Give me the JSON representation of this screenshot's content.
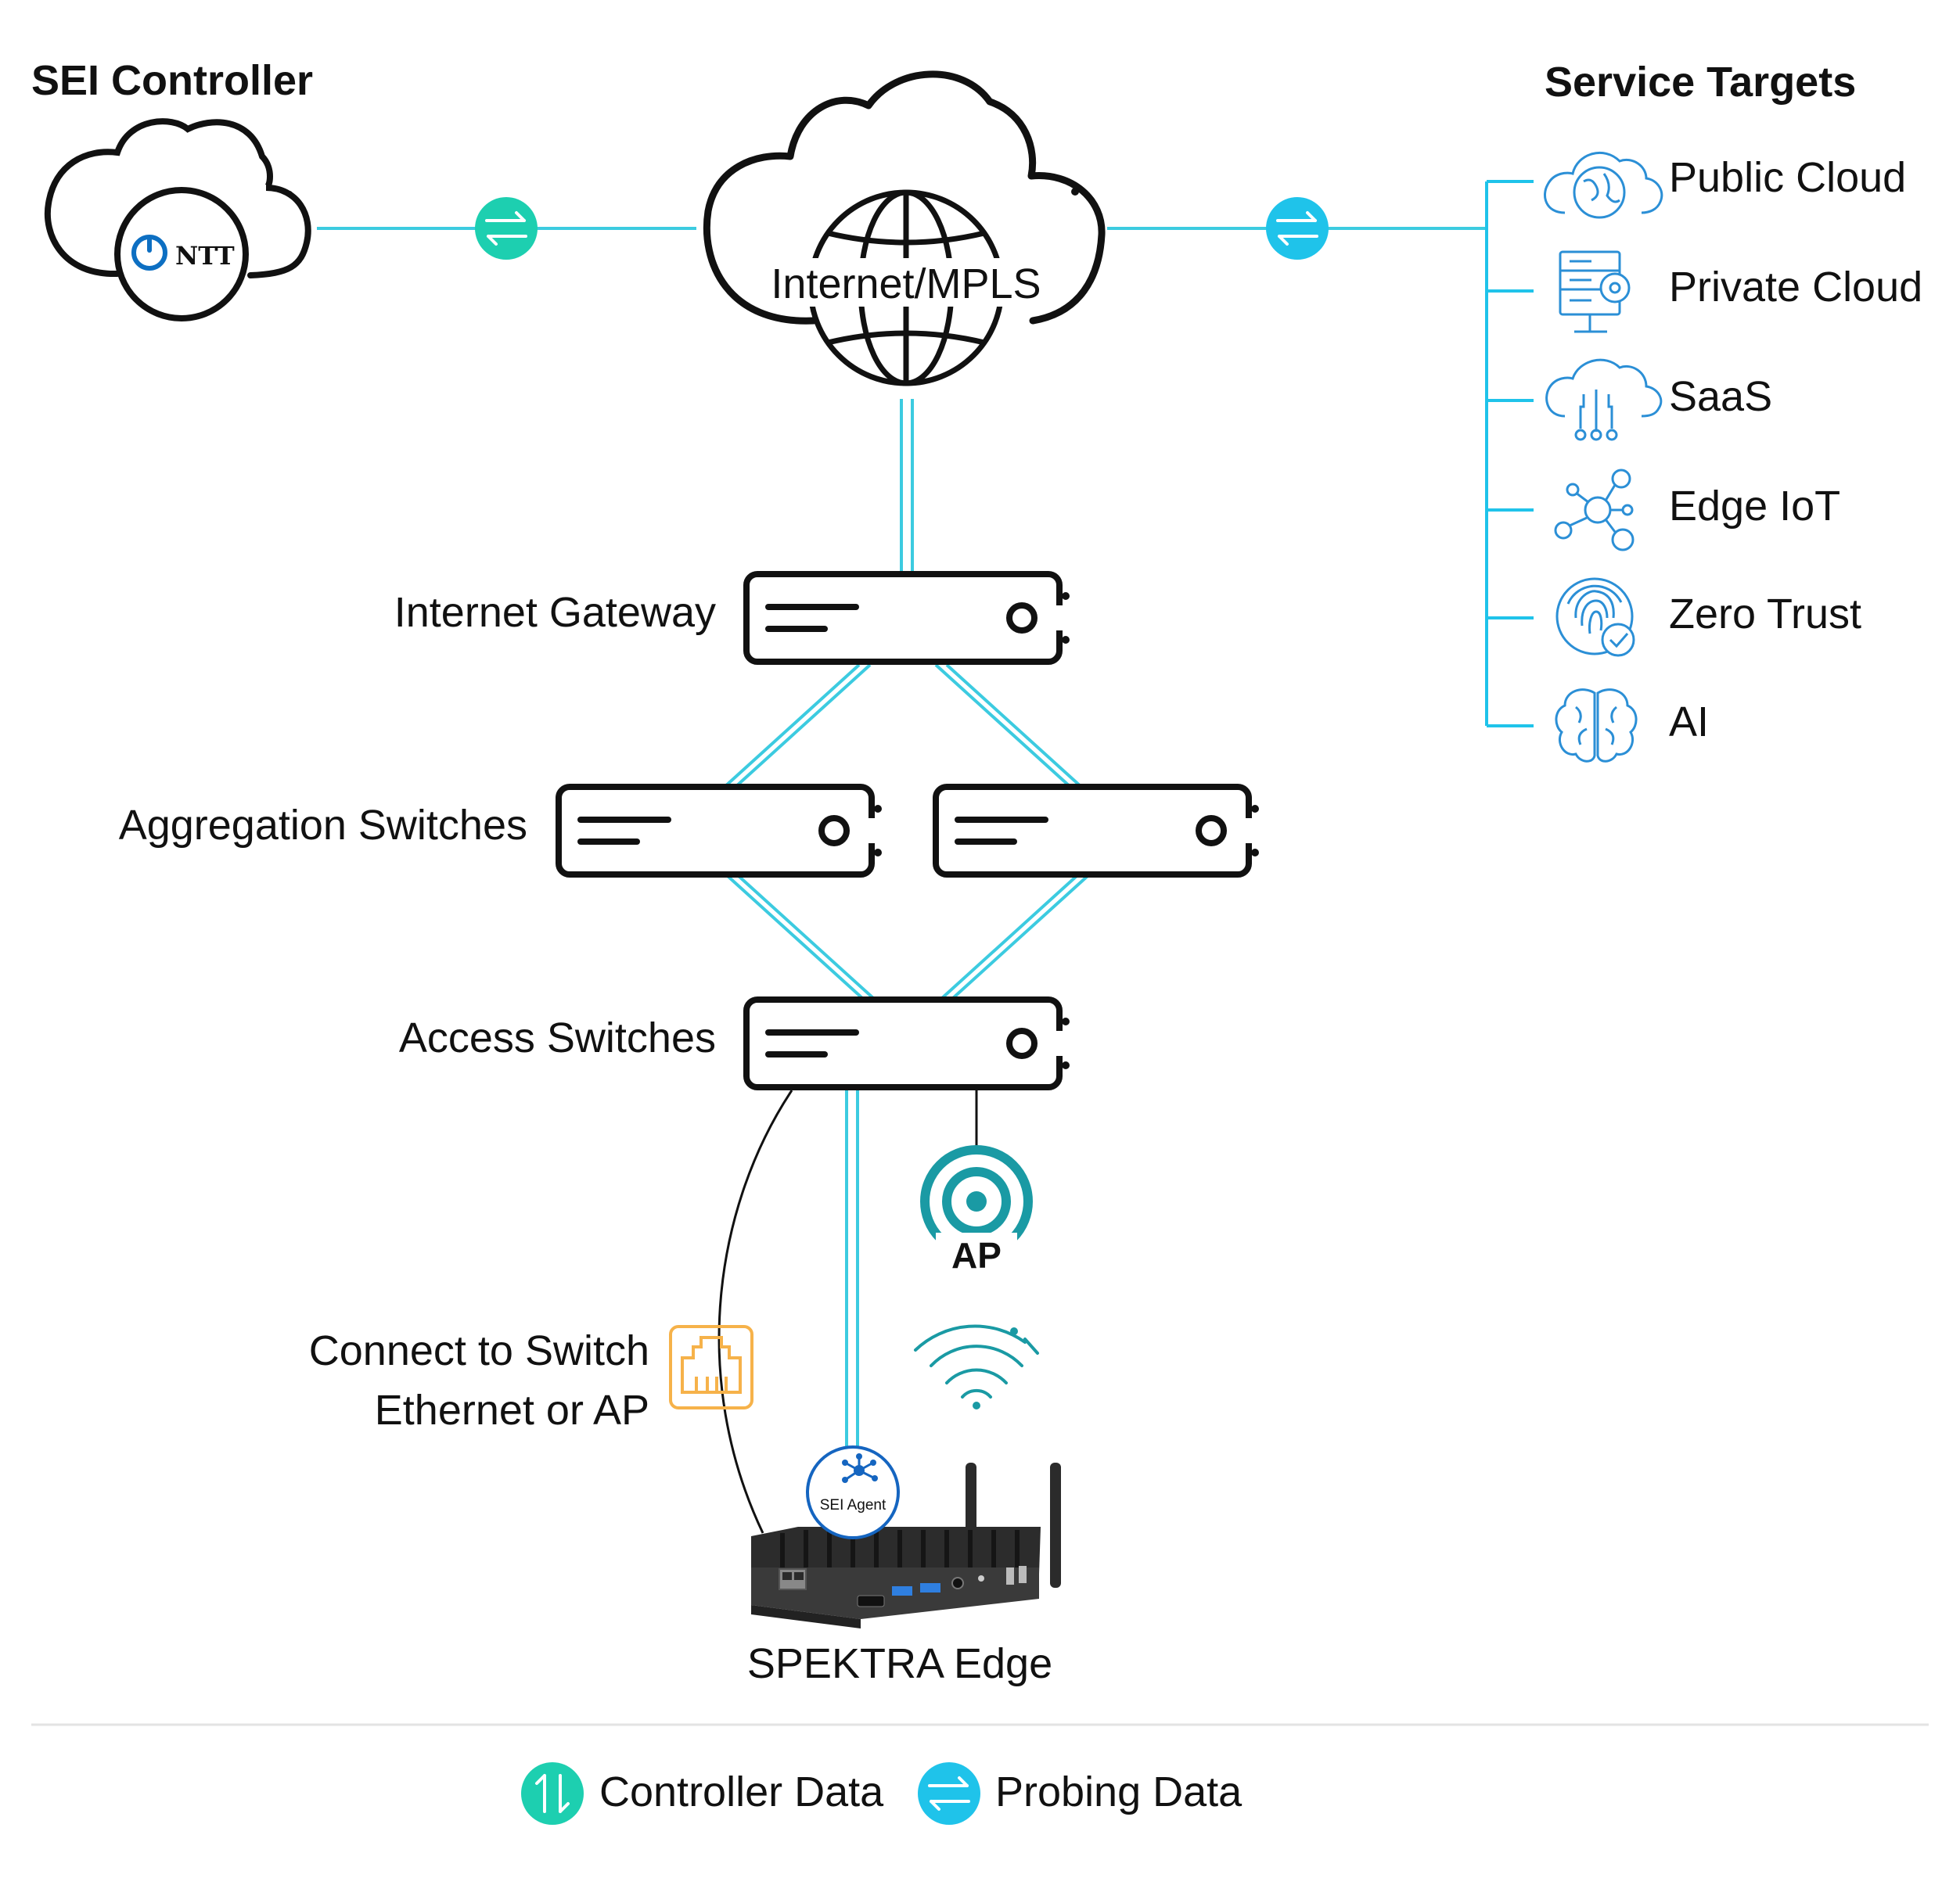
{
  "controller": {
    "title": "SEI Controller",
    "logo_text": "NTT",
    "logo_icon": "ntt-logo"
  },
  "internet": {
    "label": "Internet/MPLS",
    "icon": "globe-icon"
  },
  "targets": {
    "title": "Service Targets",
    "items": [
      {
        "label": "Public Cloud",
        "icon": "cloud-globe-icon"
      },
      {
        "label": "Private Cloud",
        "icon": "server-monitor-icon"
      },
      {
        "label": "SaaS",
        "icon": "cloud-circuit-icon"
      },
      {
        "label": "Edge IoT",
        "icon": "iot-network-icon"
      },
      {
        "label": "Zero Trust",
        "icon": "fingerprint-check-icon"
      },
      {
        "label": "AI",
        "icon": "brain-icon"
      }
    ]
  },
  "network": {
    "gateway": "Internet Gateway",
    "aggregation": "Aggregation Switches",
    "access": "Access Switches",
    "ap": "AP",
    "connect_line1": "Connect to Switch",
    "connect_line2": "Ethernet or AP",
    "agent": "SEI Agent",
    "edge": "SPEKTRA Edge"
  },
  "legend": [
    {
      "label": "Controller Data",
      "icon": "vertical-arrows-icon",
      "color": "#1dcfb0"
    },
    {
      "label": "Probing Data",
      "icon": "horizontal-arrows-icon",
      "color": "#1fc3ea"
    }
  ],
  "colors": {
    "controller": "#1dcfb0",
    "probing": "#1fc3ea",
    "line": "#3ccbe0",
    "target_icons": "#2b8fd6",
    "ap": "#1a9aa4",
    "ethernet": "#f6b24a",
    "ntt_blue": "#0d6fc2"
  }
}
